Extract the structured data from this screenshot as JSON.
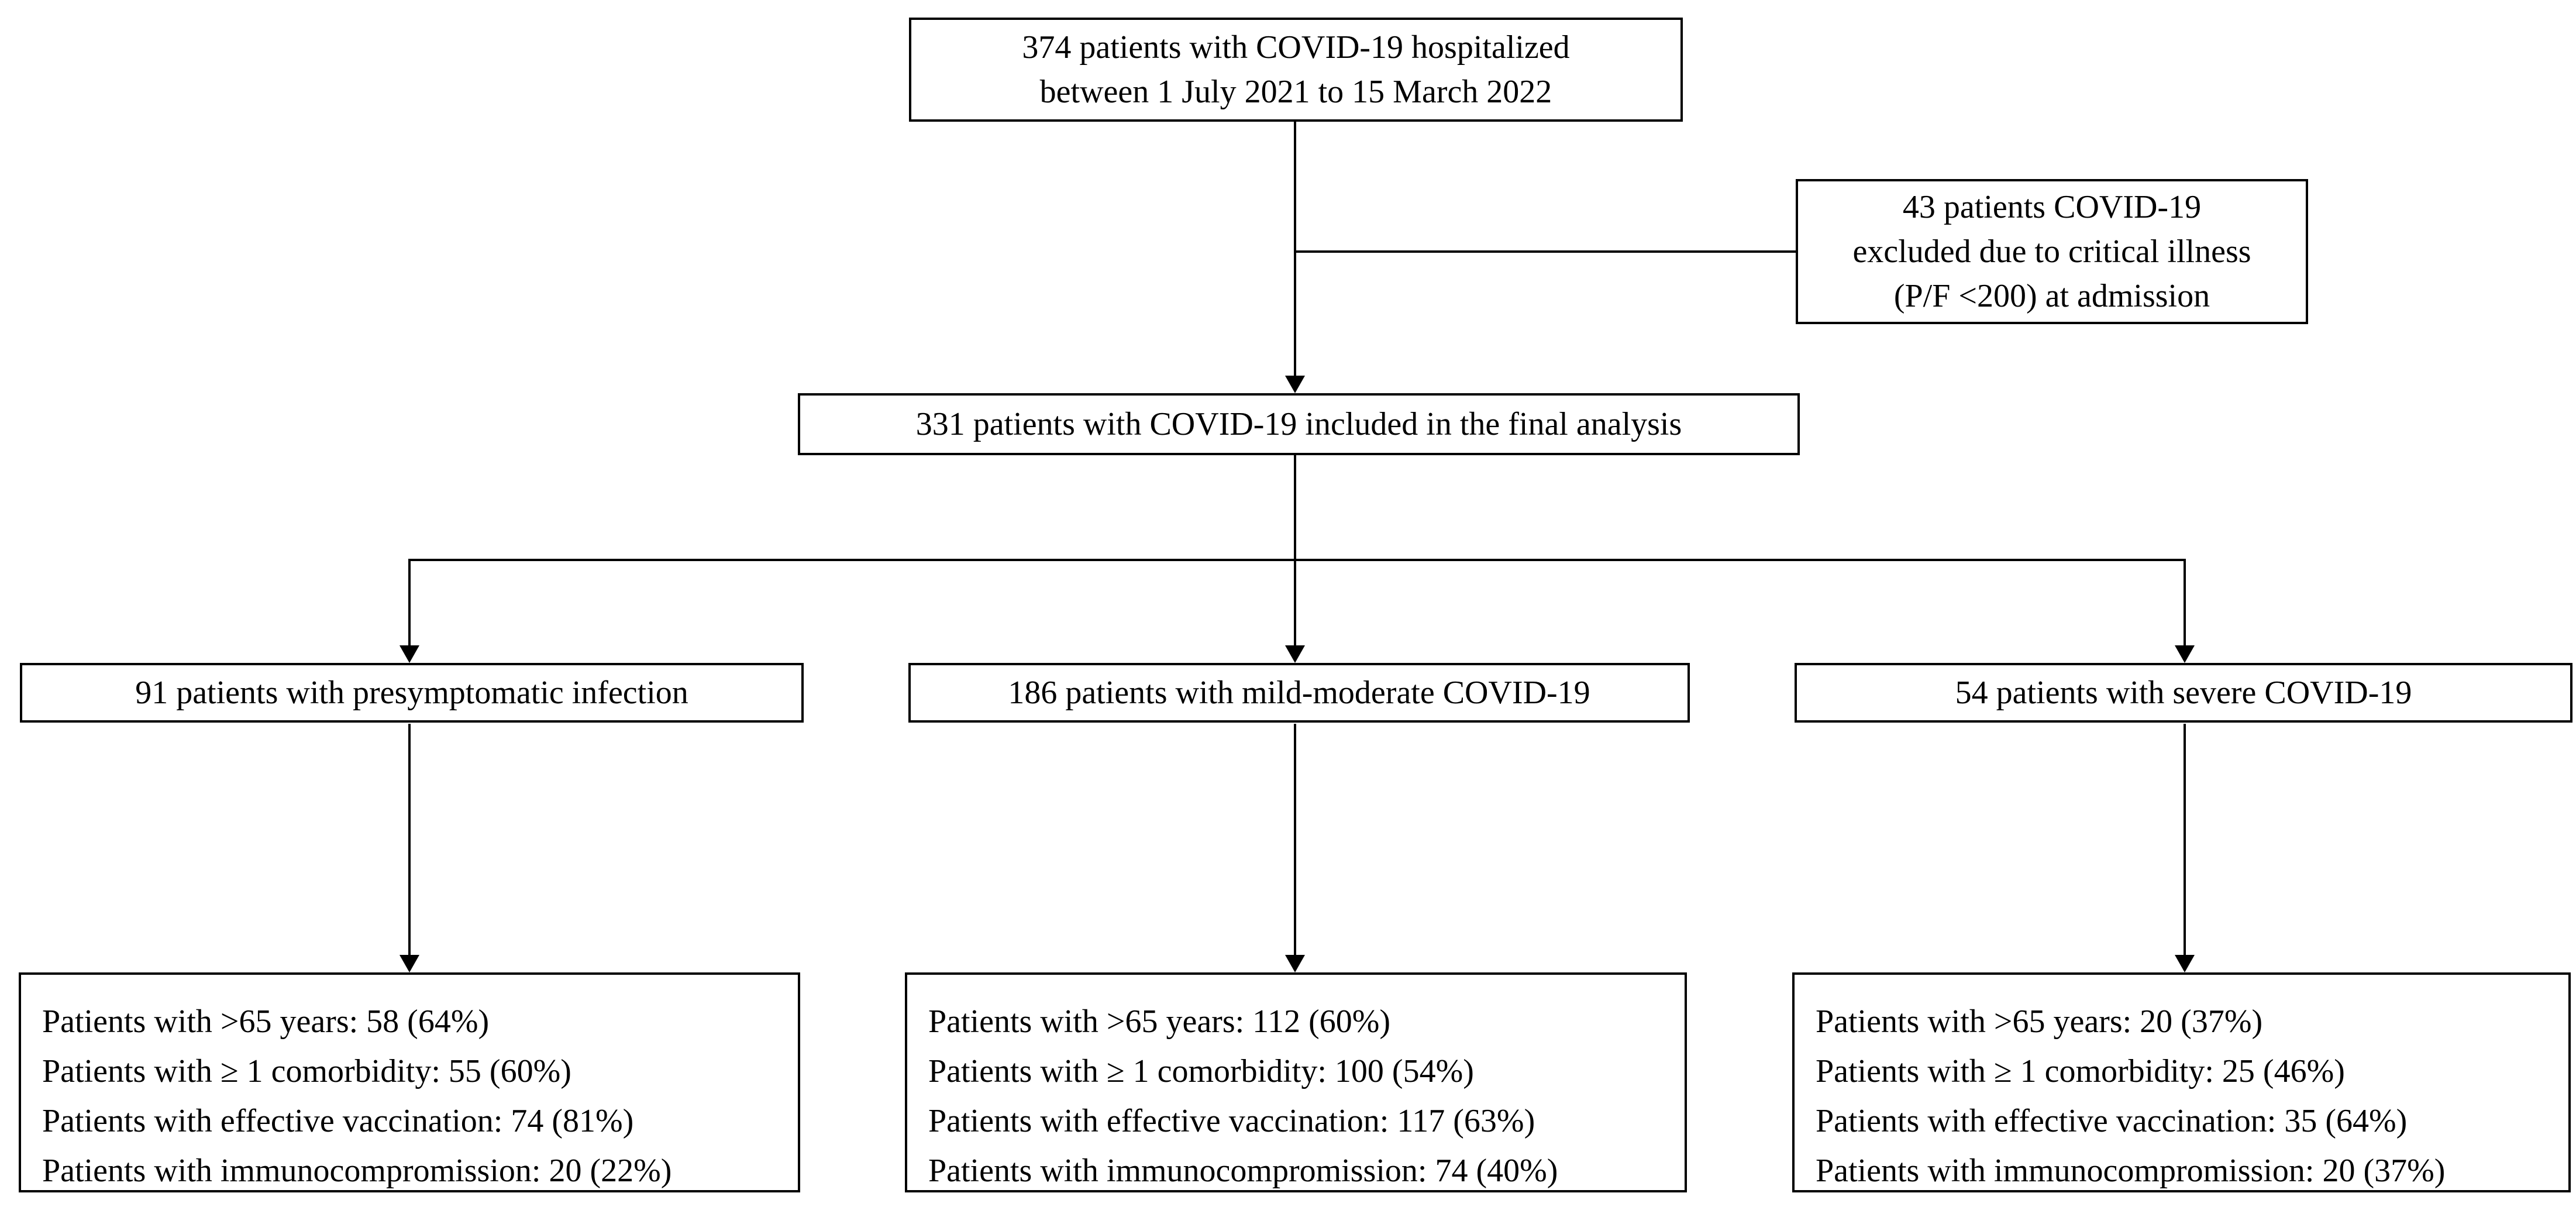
{
  "figure": {
    "enrollment_box": {
      "line1": "374 patients with COVID-19 hospitalized",
      "line2": "between 1 July 2021 to 15 March 2022"
    },
    "exclusion_box": {
      "line1": "43 patients COVID-19",
      "line2": "excluded due to critical illness",
      "line3": "(P/F <200) at admission"
    },
    "included_box": {
      "text": "331 patients with COVID-19 included in the final analysis"
    },
    "branches": [
      {
        "label": "91 patients with presymptomatic infection",
        "stats": [
          "Patients with >65 years: 58 (64%)",
          "Patients with ≥ 1 comorbidity: 55 (60%)",
          "Patients with effective vaccination: 74 (81%)",
          "Patients with immunocompromission: 20 (22%)"
        ]
      },
      {
        "label": "186 patients with mild-moderate COVID-19",
        "stats": [
          "Patients with >65 years: 112 (60%)",
          "Patients with ≥ 1 comorbidity: 100 (54%)",
          "Patients with effective vaccination: 117 (63%)",
          "Patients with immunocompromission: 74 (40%)"
        ]
      },
      {
        "label": "54 patients with severe COVID-19",
        "stats": [
          "Patients with >65 years: 20 (37%)",
          "Patients with ≥ 1 comorbidity: 25 (46%)",
          "Patients with effective vaccination: 35 (64%)",
          "Patients with immunocompromission: 20 (37%)"
        ]
      }
    ],
    "colors": {
      "line": "#000000",
      "box_border": "#000000",
      "text": "#000000",
      "background": "#ffffff"
    }
  }
}
